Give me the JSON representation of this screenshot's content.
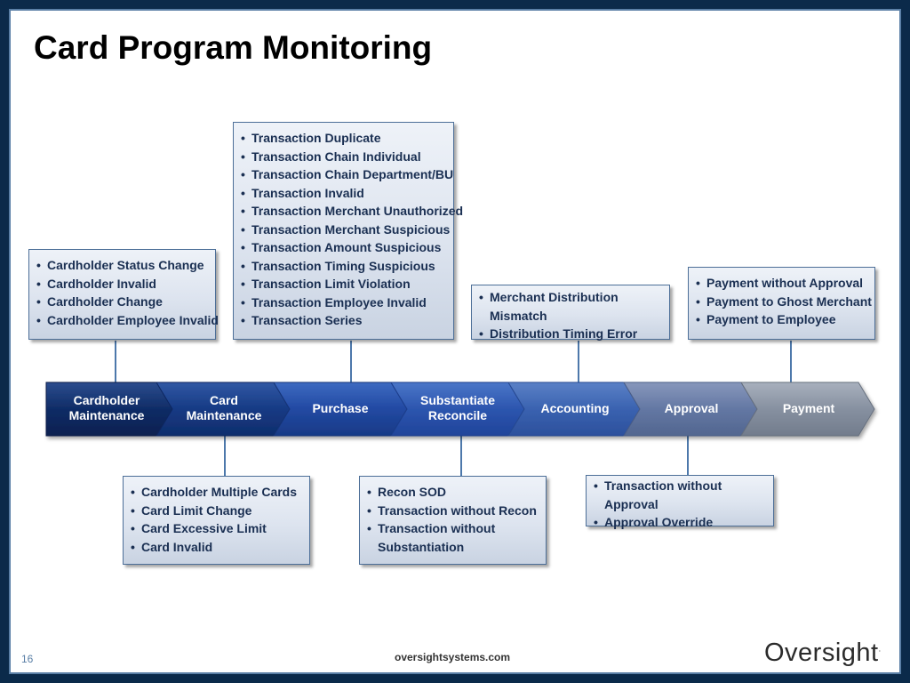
{
  "slide": {
    "title": "Card Program Monitoring",
    "page_number": "16",
    "footer_url": "oversightsystems.com",
    "logo_text": "Oversight",
    "logo_mark": "."
  },
  "colors": {
    "border": "#4d6f98",
    "bullet_text": "#1a2f52",
    "stage_dark": "#0f2c66",
    "stage_mid": "#3156a8",
    "stage_light": "#7f90b2",
    "stage_gray": "#8d98a8"
  },
  "stages": [
    {
      "label_lines": [
        "Cardholder",
        "Maintenance"
      ]
    },
    {
      "label_lines": [
        "Card",
        "Maintenance"
      ]
    },
    {
      "label_lines": [
        "Purchase"
      ]
    },
    {
      "label_lines": [
        "Substantiate",
        "Reconcile"
      ]
    },
    {
      "label_lines": [
        "Accounting"
      ]
    },
    {
      "label_lines": [
        "Approval"
      ]
    },
    {
      "label_lines": [
        "Payment"
      ]
    }
  ],
  "callouts": {
    "cardholder_maintenance": {
      "items": [
        "Cardholder Status Change",
        "Cardholder Invalid",
        "Cardholder Change",
        "Cardholder Employee Invalid"
      ]
    },
    "purchase": {
      "items": [
        "Transaction Duplicate",
        "Transaction Chain Individual",
        "Transaction Chain Department/BU",
        "Transaction Invalid",
        "Transaction Merchant Unauthorized",
        "Transaction Merchant Suspicious",
        "Transaction Amount Suspicious",
        "Transaction Timing Suspicious",
        "Transaction Limit Violation",
        "Transaction Employee Invalid",
        "Transaction Series"
      ]
    },
    "accounting": {
      "items": [
        "Merchant Distribution Mismatch",
        "Distribution Timing Error"
      ]
    },
    "payment": {
      "items": [
        "Payment without Approval",
        "Payment to Ghost Merchant",
        "Payment to Employee"
      ]
    },
    "card_maintenance": {
      "items": [
        "Cardholder Multiple Cards",
        "Card Limit Change",
        "Card Excessive Limit",
        "Card Invalid"
      ]
    },
    "substantiate_reconcile": {
      "items": [
        "Recon SOD",
        "Transaction without Recon",
        "Transaction without Substantiation"
      ]
    },
    "approval": {
      "items": [
        "Transaction without Approval",
        "Approval Override"
      ]
    }
  }
}
